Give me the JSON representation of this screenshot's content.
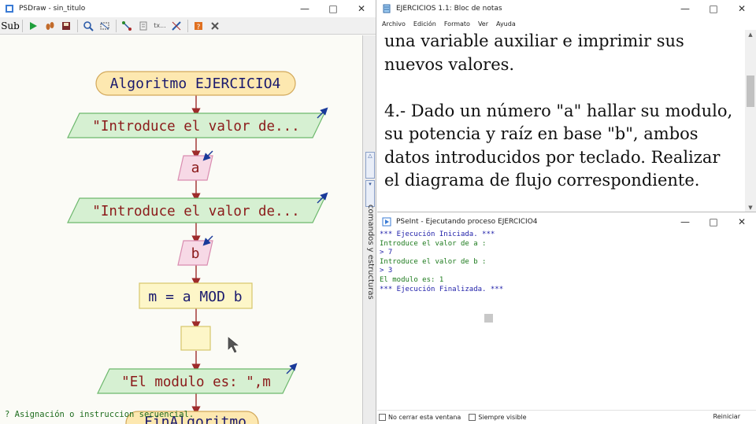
{
  "psdraw": {
    "title": "PSDraw - sin_titulo",
    "toolbar": {
      "sub_label": "Sub",
      "icons": [
        "run-icon",
        "footsteps-icon",
        "save-icon",
        "zoom-icon",
        "fit-icon",
        "connect-icon",
        "comment-icon",
        "text-icon",
        "edit-icon",
        "flag-icon",
        "delete-icon"
      ]
    },
    "flowchart": {
      "start": "Algoritmo EJERCICIO4",
      "output1": "\"Introduce el valor de...",
      "input_a": "a",
      "output2": "\"Introduce el valor de...",
      "input_b": "b",
      "assign": "m = a MOD b",
      "output3": "\"El modulo es: \",m",
      "end": "FinAlgoritmo"
    },
    "status": "? Asignación o instruccion secuencial.",
    "side_panel_label": "comandos y estructuras",
    "colors": {
      "io_fill": "#d6f0d2",
      "io_stroke": "#6db86d",
      "input_fill": "#f7d9e6",
      "input_stroke": "#d98cb0",
      "proc_fill": "#fdf6c8",
      "proc_stroke": "#d6c66a",
      "arrow": "#9e2b2b",
      "text": "#8b1a1a",
      "start_fill": "#fde8b0",
      "start_stroke": "#d2a85a",
      "start_text": "#1a1a6e"
    }
  },
  "notepad": {
    "title": "EJERCICIOS 1.1: Bloc de notas",
    "menu": [
      "Archivo",
      "Edición",
      "Formato",
      "Ver",
      "Ayuda"
    ],
    "lines": [
      "una variable auxiliar e imprimir sus",
      "nuevos valores.",
      "",
      "4.- Dado un número \"a\" hallar su modulo,",
      "su potencia y raíz en base \"b\", ambos",
      "datos introducidos por teclado. Realizar",
      "el diagrama de flujo correspondiente."
    ]
  },
  "console": {
    "title": "PSeInt - Ejecutando proceso EJERCICIO4",
    "lines": [
      {
        "text": "*** Ejecución Iniciada. ***",
        "kind": "blue"
      },
      {
        "text": "Introduce el valor de a :",
        "kind": "green"
      },
      {
        "text": "> 7",
        "kind": "blue"
      },
      {
        "text": "Introduce el valor de b :",
        "kind": "green"
      },
      {
        "text": "> 3",
        "kind": "blue"
      },
      {
        "text": "El modulo es: 1",
        "kind": "green"
      },
      {
        "text": "*** Ejecución Finalizada. ***",
        "kind": "blue"
      }
    ],
    "no_close_label": "No cerrar esta ventana",
    "always_visible_label": "Siempre visible",
    "restart_label": "Reiniciar"
  }
}
